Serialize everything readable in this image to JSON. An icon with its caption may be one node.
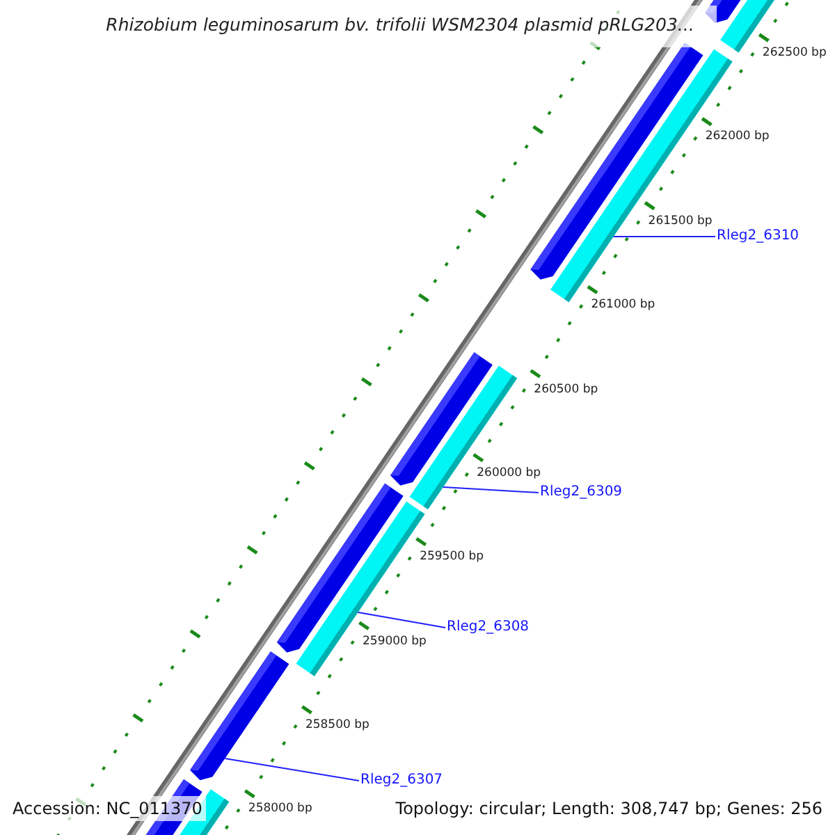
{
  "diagram": {
    "title": "Rhizobium leguminosarum bv. trifolii WSM2304 plasmid pRLG203...",
    "nodes": [
      {
        "text": [
          "Rleg2_6310"
        ]
      },
      {
        "text": [
          "Rleg2_6309"
        ]
      },
      {
        "text": [
          "Rleg2_6308"
        ]
      },
      {
        "text": [
          "Rleg2_6307"
        ]
      },
      {
        "text": [],
        "shape": "bar"
      },
      {
        "text": [],
        "shape": "bar"
      },
      {
        "text": [],
        "shape": "bar"
      },
      {
        "text": [],
        "shape": "bar"
      }
    ],
    "edges": [
      {
        "from": 0,
        "to": 4,
        "arrow": "none"
      },
      {
        "from": 1,
        "to": 5,
        "arrow": "none"
      },
      {
        "from": 2,
        "to": 6,
        "arrow": "none"
      },
      {
        "from": 3,
        "to": 7,
        "arrow": "none"
      }
    ],
    "labels": [
      "262500 bp",
      "262000 bp",
      "261500 bp",
      "261000 bp",
      "260500 bp",
      "260000 bp",
      "259500 bp",
      "259000 bp",
      "258500 bp",
      "258000 bp",
      "Accession: NC_011370",
      "Topology: circular; Length: 308,747 bp; Genes: 256"
    ]
  }
}
